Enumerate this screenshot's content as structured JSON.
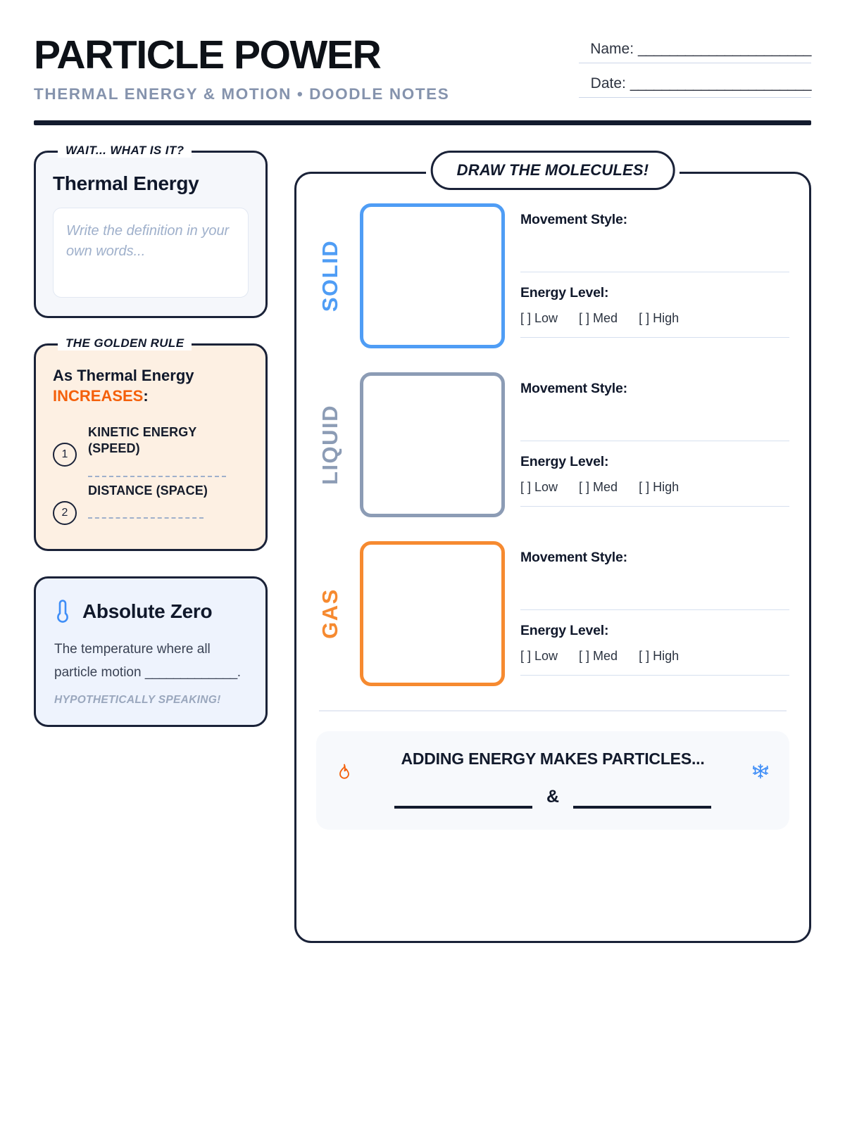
{
  "header": {
    "title": "PARTICLE POWER",
    "subtitle": "THERMAL ENERGY & MOTION • DOODLE NOTES",
    "name_label": "Name:",
    "name_blank": "______________________",
    "date_label": "Date:",
    "date_blank": "_______________________"
  },
  "definition_card": {
    "tab_label": "WAIT... WHAT IS IT?",
    "term": "Thermal Energy",
    "placeholder": "Write the definition in your own words..."
  },
  "golden_rule_card": {
    "tab_label": "THE GOLDEN RULE",
    "lead_prefix": "As Thermal Energy",
    "lead_highlight": "INCREASES",
    "lead_suffix": ":",
    "items": [
      {
        "number": "1",
        "text": "KINETIC ENERGY (SPEED)"
      },
      {
        "number": "2",
        "text": "DISTANCE (SPACE)"
      }
    ]
  },
  "absolute_zero_card": {
    "icon": "thermometer-icon",
    "title": "Absolute Zero",
    "text_before": "The temperature where all particle motion ",
    "text_blank": "_____________",
    "text_after": ".",
    "note": "HYPOTHETICALLY SPEAKING!"
  },
  "molecules_panel": {
    "badge": "DRAW THE MOLECULES!",
    "states": [
      {
        "name": "SOLID",
        "color": "#4f9df5",
        "movement_label": "Movement Style:",
        "energy_label": "Energy Level:",
        "choices": [
          "[ ] Low",
          "[ ] Med",
          "[ ] High"
        ]
      },
      {
        "name": "LIQUID",
        "color": "#8c9cb5",
        "movement_label": "Movement Style:",
        "energy_label": "Energy Level:",
        "choices": [
          "[ ] Low",
          "[ ] Med",
          "[ ] High"
        ]
      },
      {
        "name": "GAS",
        "color": "#f68a30",
        "movement_label": "Movement Style:",
        "energy_label": "Energy Level:",
        "choices": [
          "[ ] Low",
          "[ ] Med",
          "[ ] High"
        ]
      }
    ],
    "summary": {
      "title": "ADDING ENERGY MAKES PARTICLES...",
      "left_icon": "flame-icon",
      "right_icon": "snowflake-icon",
      "left_icon_glyph": "🔥",
      "right_icon_glyph": "❄",
      "conjunction": "&"
    }
  },
  "colors": {
    "ink": "#1a2238",
    "orange": "#f4600b",
    "blue": "#4f9df5",
    "slate": "#8c9cb5",
    "muted": "#8593ad"
  }
}
